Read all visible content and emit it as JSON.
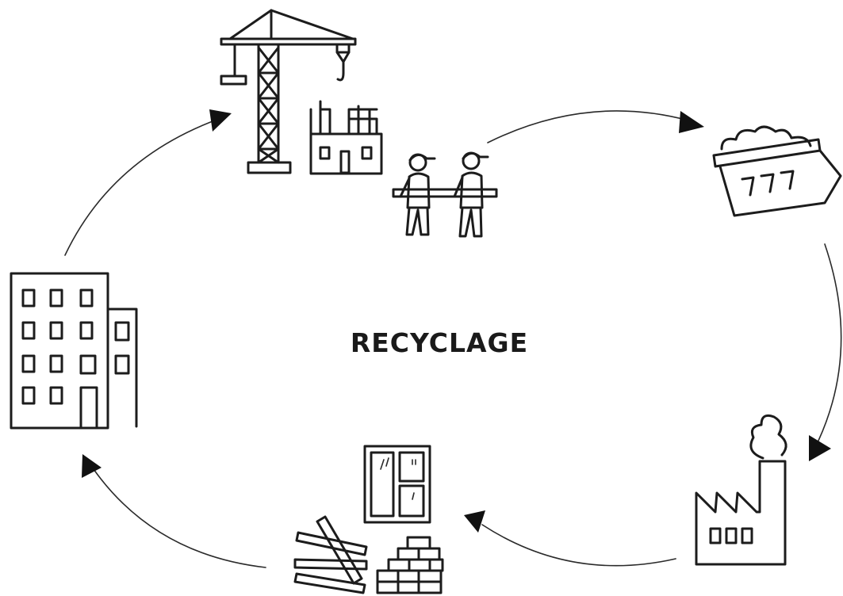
{
  "diagram": {
    "center_label": "RECYCLAGE",
    "stages": [
      {
        "id": "construction",
        "icon": "construction-crane-icon"
      },
      {
        "id": "demolition-waste",
        "icon": "waste-skip-icon"
      },
      {
        "id": "recycling-plant",
        "icon": "factory-icon"
      },
      {
        "id": "recycled-materials",
        "icon": "materials-icon"
      },
      {
        "id": "building",
        "icon": "building-icon"
      }
    ],
    "flow_direction": "clockwise",
    "ink_color": "#1c1c1c"
  }
}
